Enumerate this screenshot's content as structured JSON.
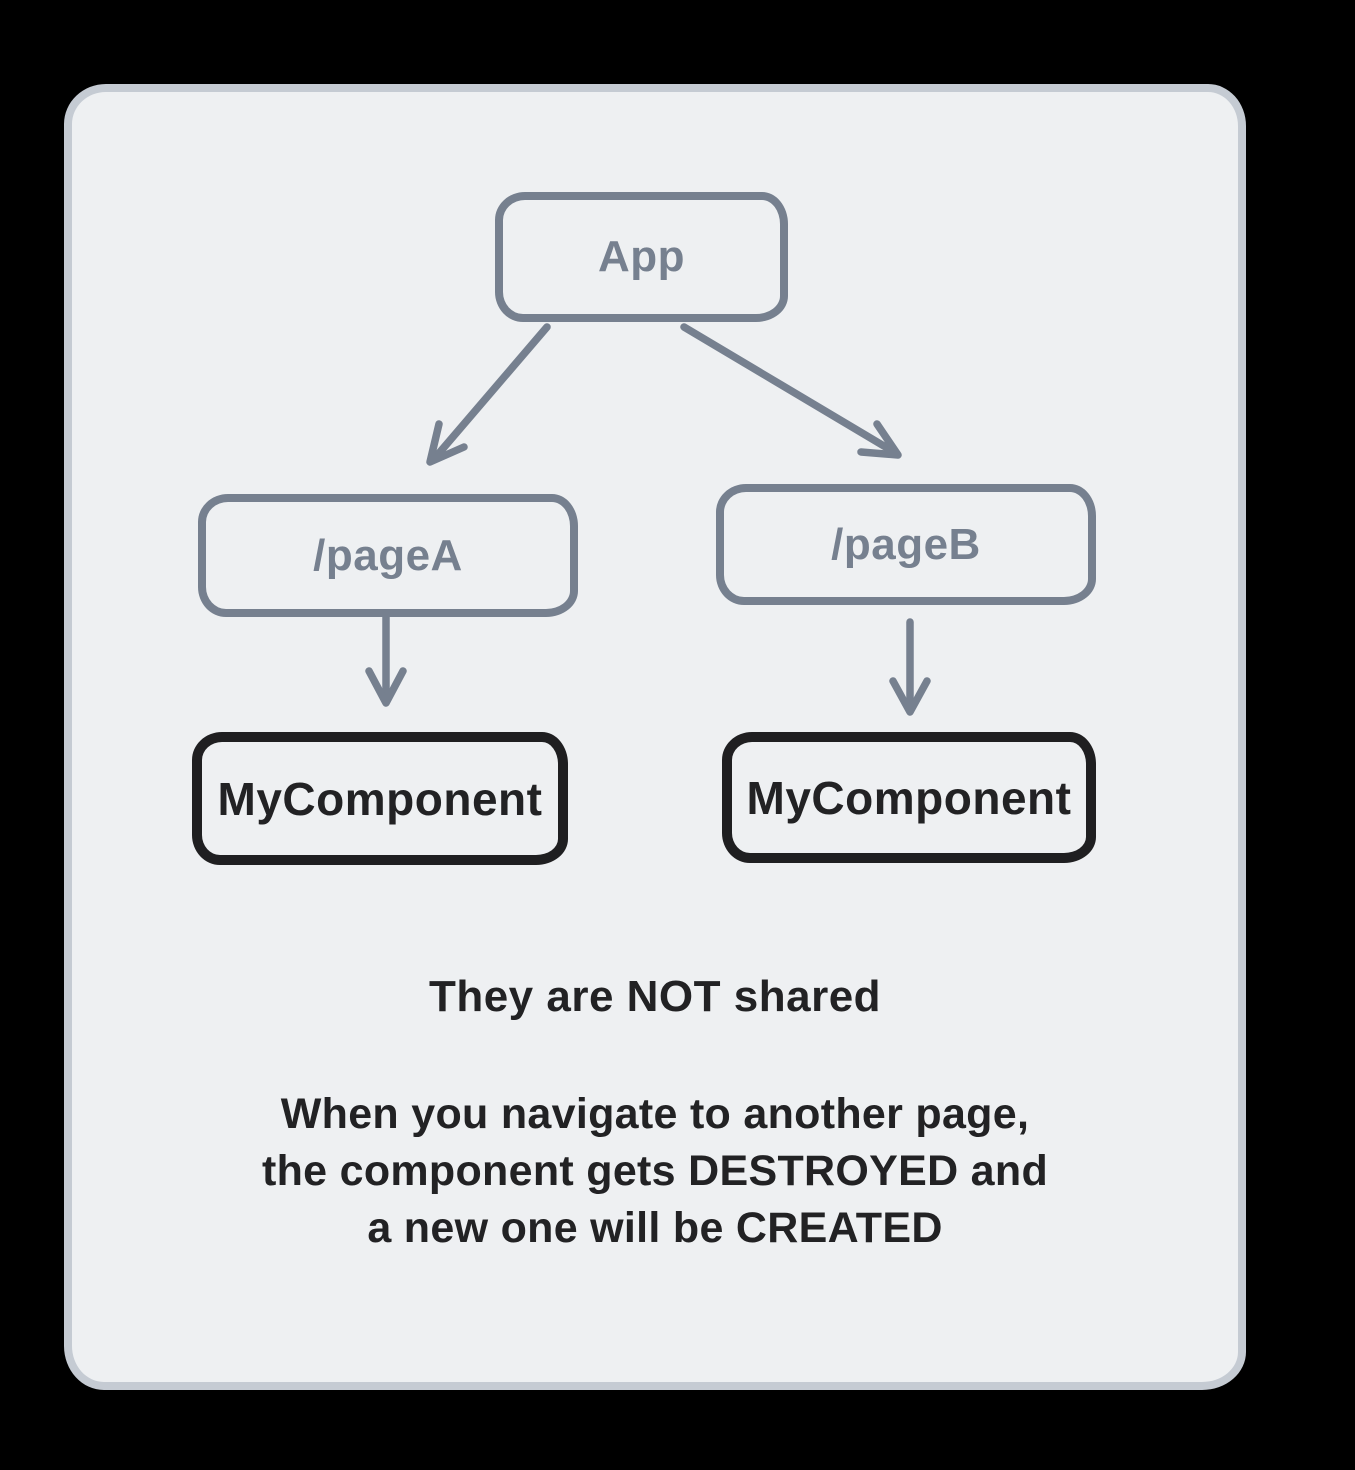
{
  "colors": {
    "bg_outer": "#000000",
    "card_bg": "#eef0f2",
    "card_border": "#c5cbd3",
    "stroke_gray": "#76808f",
    "stroke_black": "#1f1f21",
    "text_black": "#222224"
  },
  "diagram": {
    "nodes": {
      "app": {
        "label": "App",
        "variant": "gray"
      },
      "pageA": {
        "label": "/pageA",
        "variant": "gray"
      },
      "pageB": {
        "label": "/pageB",
        "variant": "gray"
      },
      "componentA": {
        "label": "MyComponent",
        "variant": "black"
      },
      "componentB": {
        "label": "MyComponent",
        "variant": "black"
      }
    },
    "edges": [
      {
        "from": "app",
        "to": "pageA"
      },
      {
        "from": "app",
        "to": "pageB"
      },
      {
        "from": "pageA",
        "to": "componentA"
      },
      {
        "from": "pageB",
        "to": "componentB"
      }
    ],
    "notes": {
      "headline": "They are NOT shared",
      "body_line1": "When you navigate to another page,",
      "body_line2": "the component gets DESTROYED and",
      "body_line3": "a new one will be CREATED"
    }
  }
}
